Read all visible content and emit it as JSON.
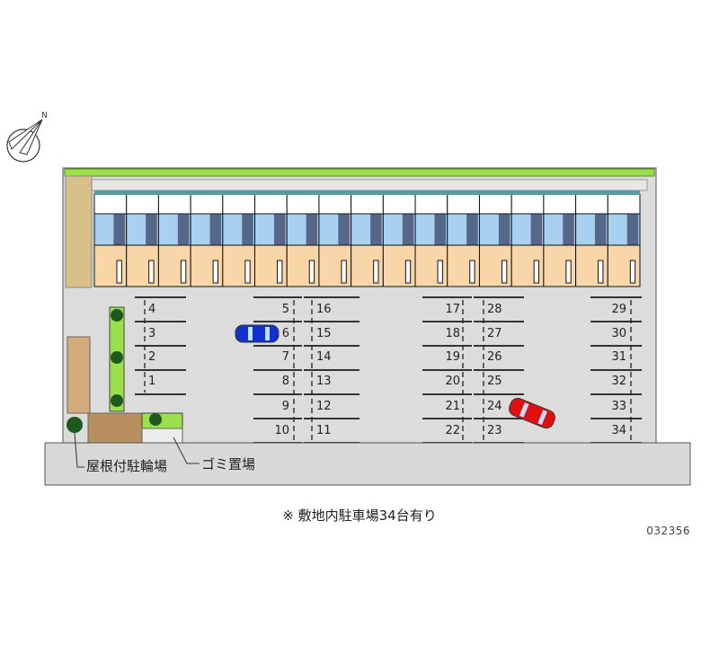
{
  "compass": {
    "label": "N"
  },
  "labels": {
    "bicycle_parking": "屋根付駐輪場",
    "garbage_area": "ゴミ置場"
  },
  "caption": "※ 敷地内駐車場34台有り",
  "code": "032356",
  "building": {
    "unit_count": 17
  },
  "parking": {
    "total": 34,
    "columns": [
      {
        "numbers": [
          "4",
          "3",
          "2",
          "1"
        ]
      },
      {
        "numbers": [
          "5",
          "6",
          "7",
          "8",
          "9",
          "10"
        ]
      },
      {
        "numbers": [
          "16",
          "15",
          "14",
          "13",
          "12",
          "11"
        ]
      },
      {
        "numbers": [
          "17",
          "18",
          "19",
          "20",
          "21",
          "22"
        ]
      },
      {
        "numbers": [
          "28",
          "27",
          "26",
          "25",
          "24",
          "23"
        ]
      },
      {
        "numbers": [
          "29",
          "30",
          "31",
          "32",
          "33",
          "34"
        ]
      }
    ]
  },
  "colors": {
    "ground": "#dcdcdc",
    "road": "#d8d8d8",
    "hedge": "#9be04a",
    "room_floor": "#f9d6a8",
    "wet_area": "#a8d0f0",
    "blue_car": "#1030d0",
    "red_car": "#e01010"
  }
}
